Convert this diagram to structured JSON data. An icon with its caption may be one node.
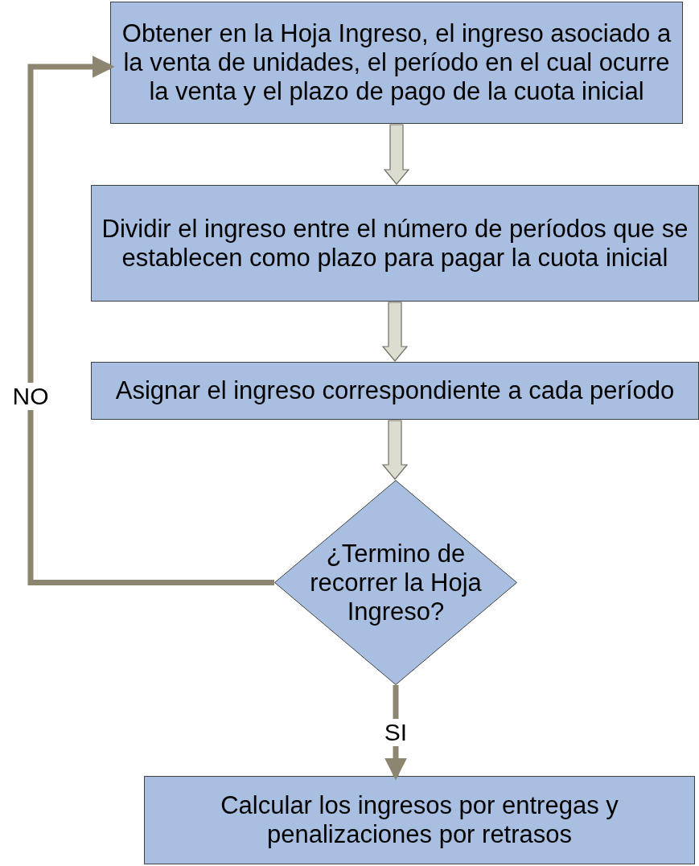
{
  "diagram": {
    "nodes": [
      {
        "text": [
          "Obtener en la Hoja Ingreso, el ingreso asociado a la venta de unidades, el período en el cual ocurre la venta y el plazo de pago de la cuota inicial"
        ]
      },
      {
        "text": [
          "Dividir el ingreso entre el número de períodos que se establecen como plazo para pagar la cuota inicial"
        ]
      },
      {
        "text": [
          "Asignar el ingreso correspondiente a cada período"
        ]
      },
      {
        "text": [
          "¿Termino de recorrer la Hoja Ingreso?"
        ]
      },
      {
        "text": [
          "Calcular los ingresos por entregas y penalizaciones por retrasos"
        ]
      }
    ],
    "edges": [
      {
        "from": 0,
        "to": 1,
        "arrow": "to"
      },
      {
        "from": 1,
        "to": 2,
        "arrow": "to"
      },
      {
        "from": 2,
        "to": 3,
        "arrow": "to"
      },
      {
        "from": 3,
        "to": 4,
        "arrow": "to",
        "label": "SI",
        "color": "#8c8670"
      },
      {
        "from": 3,
        "to": 0,
        "arrow": "to",
        "label": "NO",
        "color": "#8c8670"
      }
    ]
  }
}
